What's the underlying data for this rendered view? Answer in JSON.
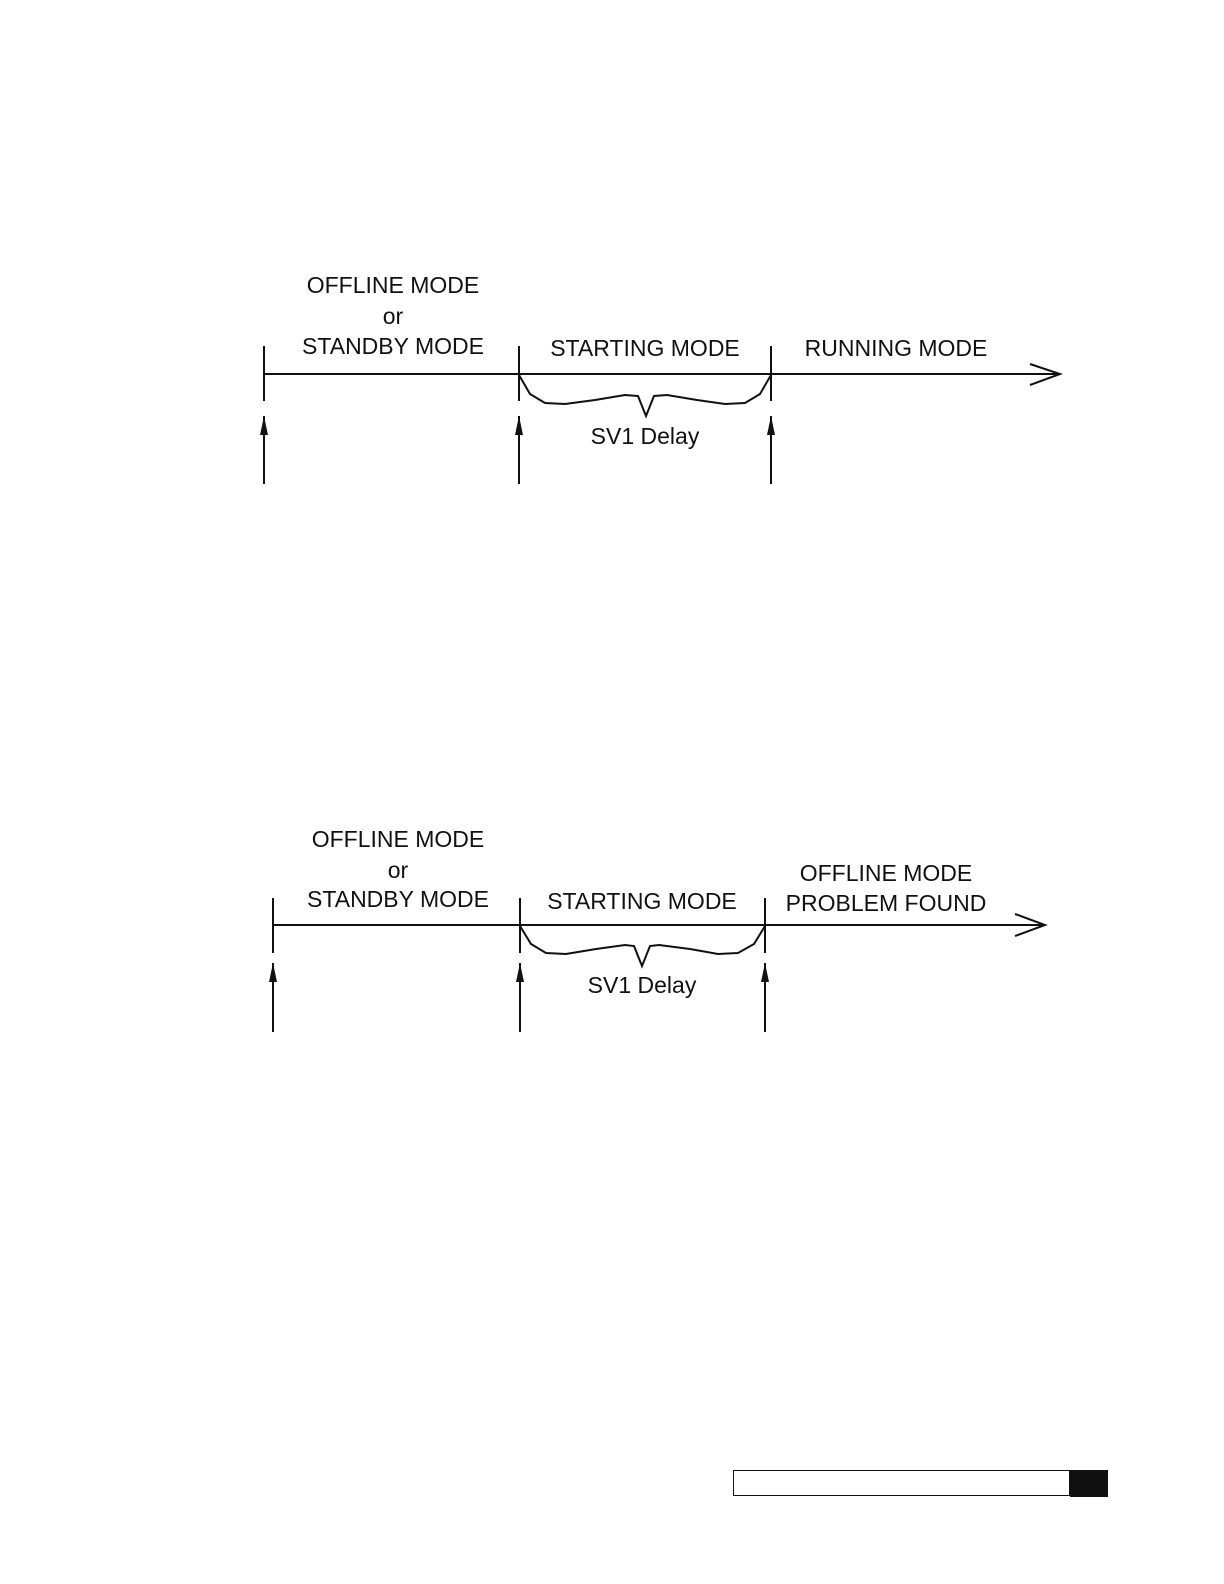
{
  "diagrams": [
    {
      "id": "normal-start",
      "labels": {
        "before_line1": "OFFLINE MODE",
        "before_line2": "or",
        "before_line3": "STANDBY MODE",
        "middle": "STARTING MODE",
        "after_line1": "RUNNING MODE",
        "after_line2": "",
        "delay": "SV1 Delay"
      }
    },
    {
      "id": "problem-found",
      "labels": {
        "before_line1": "OFFLINE MODE",
        "before_line2": "or",
        "before_line3": "STANDBY MODE",
        "middle": "STARTING MODE",
        "after_line1": "OFFLINE MODE",
        "after_line2": "PROBLEM FOUND",
        "delay": "SV1 Delay"
      }
    }
  ],
  "colors": {
    "ink": "#111111",
    "background": "#ffffff"
  }
}
